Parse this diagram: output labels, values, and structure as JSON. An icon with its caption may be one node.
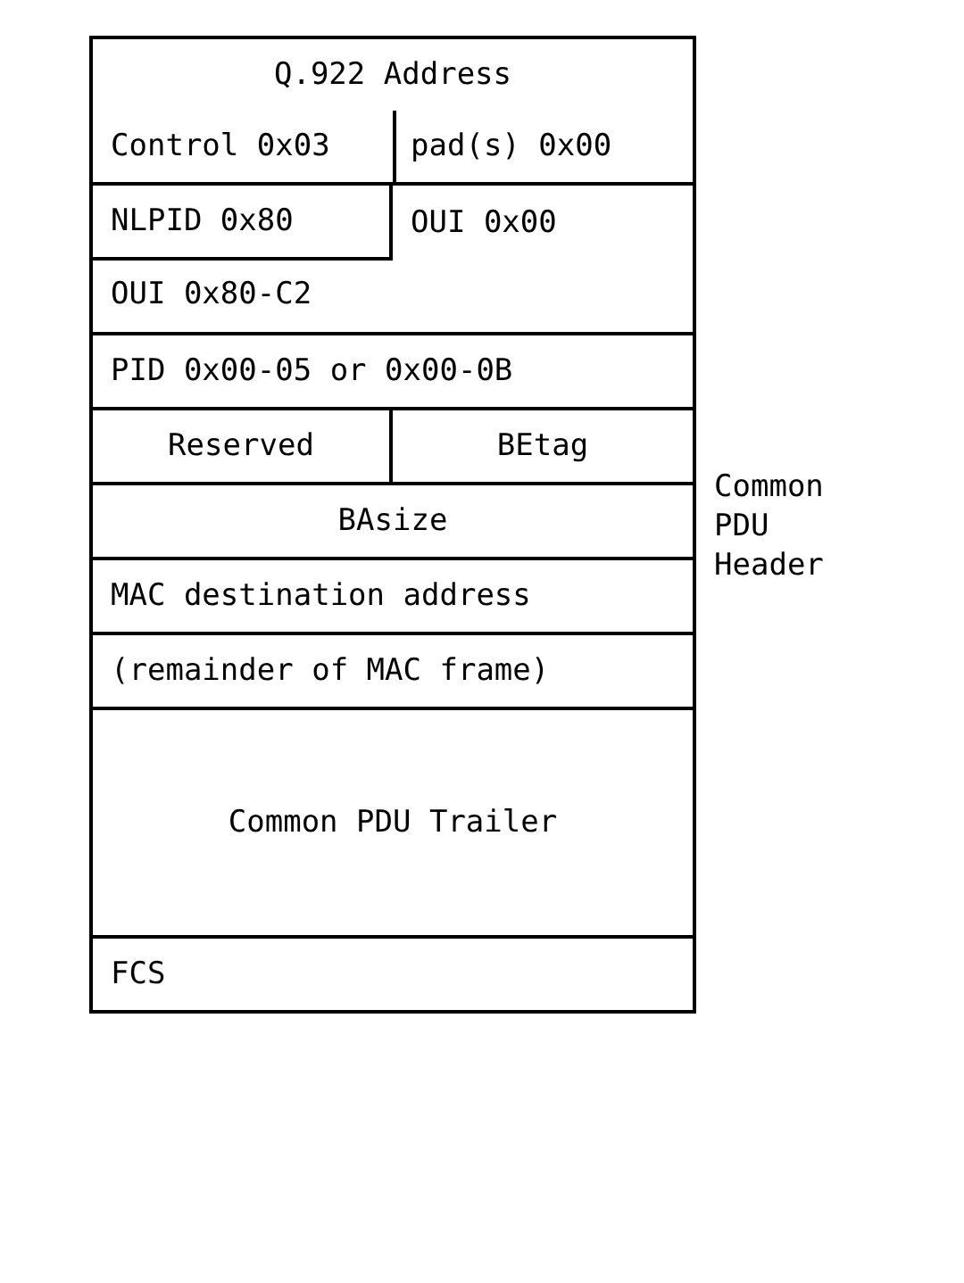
{
  "diagram": {
    "nodes": [
      {
        "text": [
          "Q.922 Address"
        ]
      },
      {
        "text": [
          "Control 0x03"
        ],
        "in": 0
      },
      {
        "text": [
          "pad(s) 0x00"
        ],
        "in": 0
      },
      {
        "text": [
          "NLPID 0x80"
        ]
      },
      {
        "text": [
          "OUI 0x00"
        ]
      },
      {
        "text": [
          "OUI 0x80-C2"
        ]
      },
      {
        "text": [
          "PID 0x00-05 or 0x00-0B"
        ]
      },
      {
        "text": [
          "Reserved"
        ]
      },
      {
        "text": [
          "BEtag"
        ]
      },
      {
        "text": [
          "BAsize"
        ]
      },
      {
        "text": [
          "MAC destination address"
        ]
      },
      {
        "text": [
          "(remainder of MAC frame)"
        ]
      },
      {
        "text": [
          "Common PDU Trailer"
        ]
      },
      {
        "text": [
          "FCS"
        ]
      }
    ],
    "edges": [],
    "labels": [
      "Common PDU Header"
    ]
  }
}
